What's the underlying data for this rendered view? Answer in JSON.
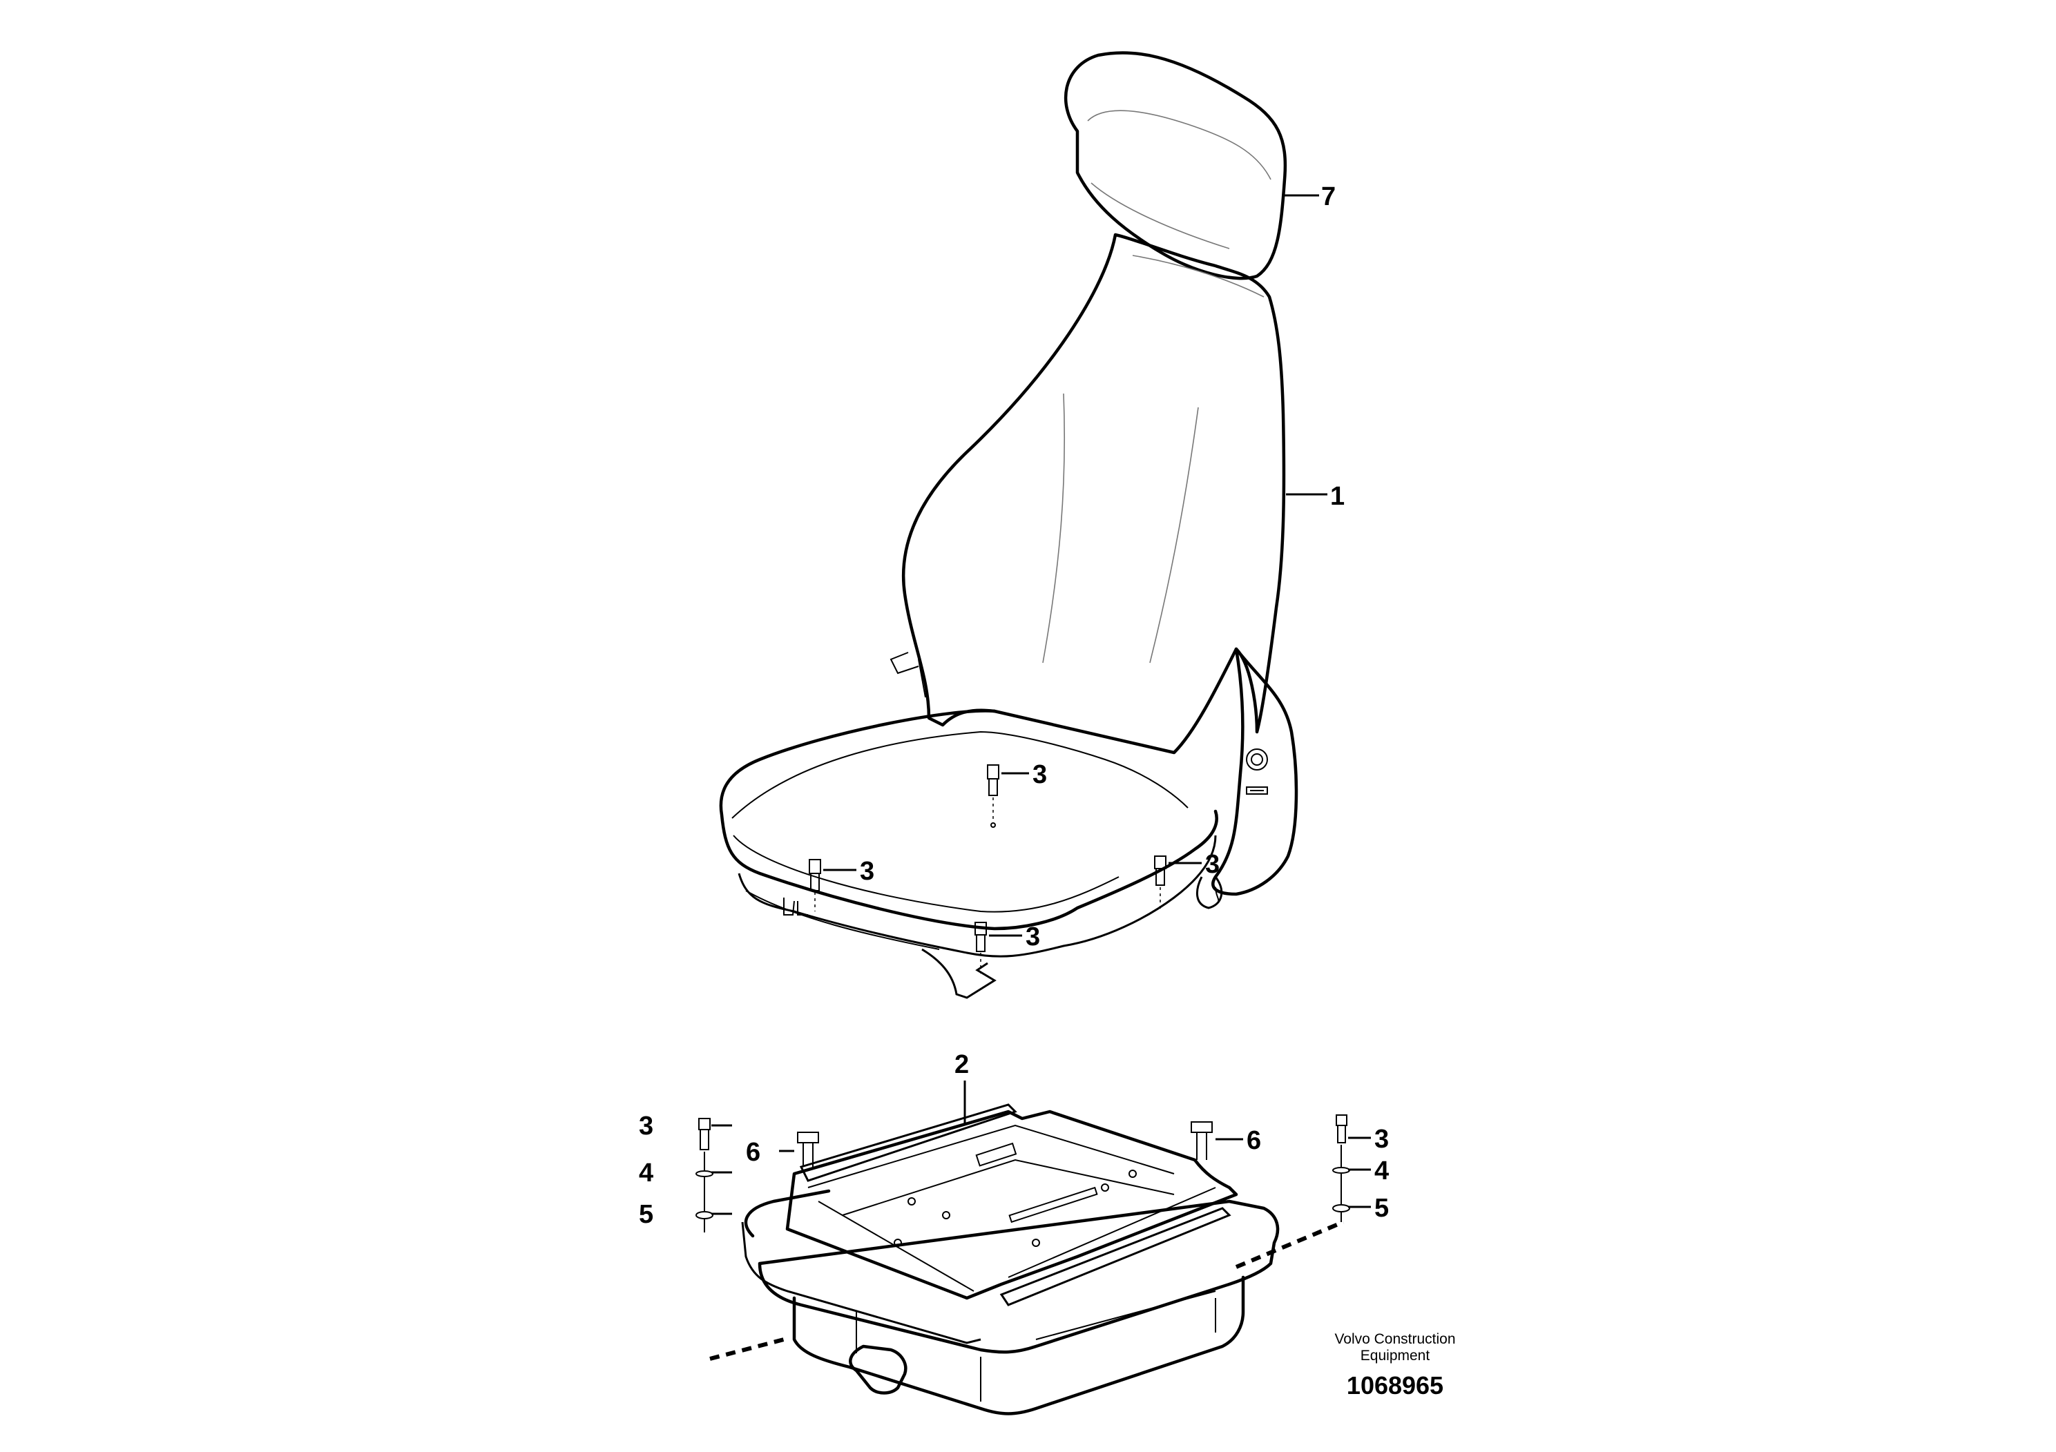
{
  "callouts": [
    {
      "id": "c7",
      "text": "7"
    },
    {
      "id": "c1",
      "text": "1"
    },
    {
      "id": "c3a",
      "text": "3"
    },
    {
      "id": "c3b",
      "text": "3"
    },
    {
      "id": "c3c",
      "text": "3"
    },
    {
      "id": "c3d",
      "text": "3"
    },
    {
      "id": "c2",
      "text": "2"
    },
    {
      "id": "c6a",
      "text": "6"
    },
    {
      "id": "c6b",
      "text": "6"
    },
    {
      "id": "c3e",
      "text": "3"
    },
    {
      "id": "c4a",
      "text": "4"
    },
    {
      "id": "c5a",
      "text": "5"
    },
    {
      "id": "c3f",
      "text": "3"
    },
    {
      "id": "c4b",
      "text": "4"
    },
    {
      "id": "c5b",
      "text": "5"
    }
  ],
  "brand": {
    "line1": "Volvo Construction",
    "line2": "Equipment"
  },
  "part_number": "1068965",
  "icons": [
    "seat-drawing",
    "headrest-drawing",
    "seat-slide-rail-drawing",
    "bolt-icon",
    "washer-icon"
  ]
}
